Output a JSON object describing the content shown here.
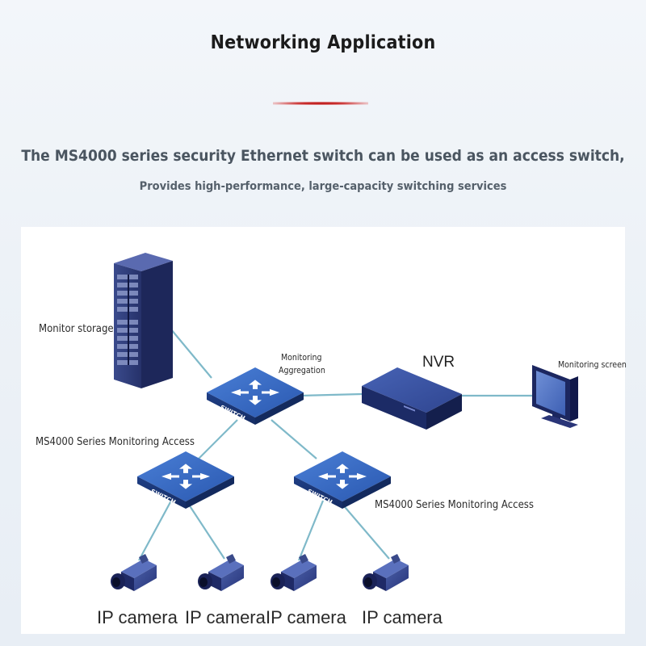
{
  "header": {
    "title": "Networking Application",
    "subtitle": "The MS4000 series security Ethernet switch can be used as an access switch,",
    "description": "Provides high-performance, large-capacity switching services"
  },
  "diagram": {
    "nodes": {
      "storage": {
        "label": "Monitor storage"
      },
      "aggregation": {
        "label_line1": "Monitoring",
        "label_line2": "Aggregation",
        "switch_text": "SWITCH"
      },
      "nvr": {
        "label": "NVR"
      },
      "screen": {
        "label": "Monitoring screen"
      },
      "access_left": {
        "label": "MS4000 Series Monitoring Access",
        "switch_text": "SWITCH"
      },
      "access_right": {
        "label": "MS4000 Series Monitoring Access",
        "switch_text": "SWITCH"
      },
      "cameras": [
        {
          "label": "IP camera"
        },
        {
          "label": "IP camera"
        },
        {
          "label": "IP camera"
        },
        {
          "label": "IP camera"
        }
      ]
    },
    "colors": {
      "link": "#7fb9c9",
      "switch_blue": "#2d5bb0",
      "device_navy": "#2a3a78",
      "accent_red": "#c02020"
    }
  }
}
